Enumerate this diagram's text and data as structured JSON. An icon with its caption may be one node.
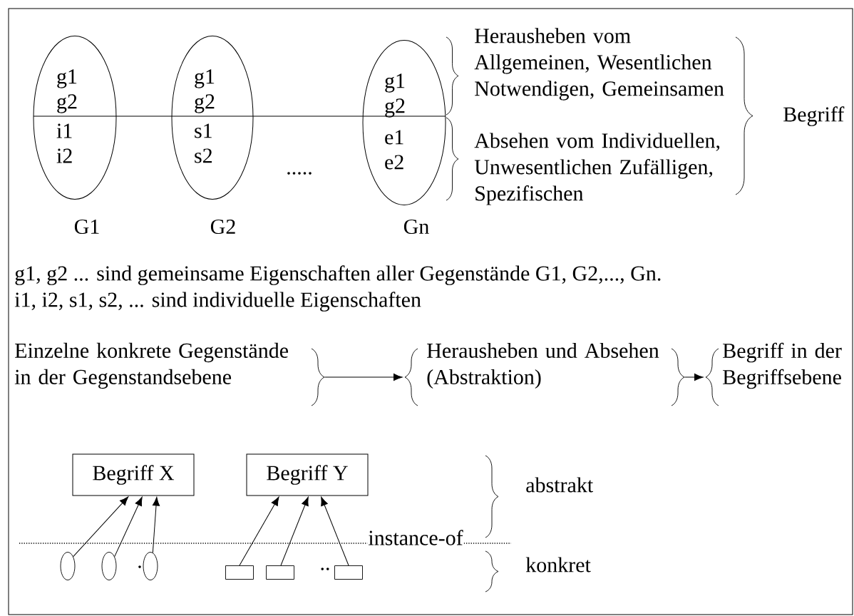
{
  "diagram": {
    "nodes": [
      {
        "text": [
          "g1 g2",
          "i1 i2"
        ],
        "beside": [
          "G1"
        ]
      },
      {
        "text": [
          "g1 g2",
          "s1 s2"
        ],
        "beside": [
          "G2"
        ]
      },
      {
        "text": [
          "g1 g2",
          "e1 e2"
        ],
        "beside": [
          "Gn"
        ]
      },
      {
        "text": [
          "Einzelne konkrete Gegenstände in der Gegenstandsebene"
        ]
      },
      {
        "text": [
          "Herausheben und Absehen (Abstraktion)"
        ]
      },
      {
        "text": [
          "Begriff in der Begriffsebene"
        ]
      },
      {
        "text": [
          "Begriff X"
        ]
      },
      {
        "text": [
          "Begriff Y"
        ]
      },
      {
        "text": [],
        "shape": "ellipse"
      },
      {
        "text": [],
        "shape": "ellipse"
      },
      {
        "text": [],
        "shape": "ellipse"
      },
      {
        "text": [],
        "shape": "box"
      },
      {
        "text": [],
        "shape": "box"
      },
      {
        "text": [],
        "shape": "box"
      }
    ],
    "edges": [
      {
        "from": 3,
        "to": 4,
        "arrow": "to"
      },
      {
        "from": 4,
        "to": 5,
        "arrow": "to"
      },
      {
        "from": 8,
        "to": 6,
        "arrow": "to"
      },
      {
        "from": 9,
        "to": 6,
        "arrow": "to"
      },
      {
        "from": 10,
        "to": 6,
        "arrow": "to"
      },
      {
        "from": 11,
        "to": 7,
        "arrow": "to"
      },
      {
        "from": 12,
        "to": 7,
        "arrow": "to"
      },
      {
        "from": 13,
        "to": 7,
        "arrow": "to"
      }
    ],
    "labels": [
      ".....",
      "Herausheben vom Allgemeinen, Wesentlichen Notwendigen, Gemeinsamen",
      "Absehen vom Individuellen, Unwesentlichen Zufälligen, Spezifischen",
      "Begriff",
      "g1, g2 ... sind gemeinsame Eigenschaften aller Gegenstände G1, G2,..., Gn.",
      "i1, i2, s1, s2, ...  sind individuelle Eigenschaften",
      "instance-of",
      "abstrakt",
      "konkret",
      ".",
      ".."
    ]
  }
}
